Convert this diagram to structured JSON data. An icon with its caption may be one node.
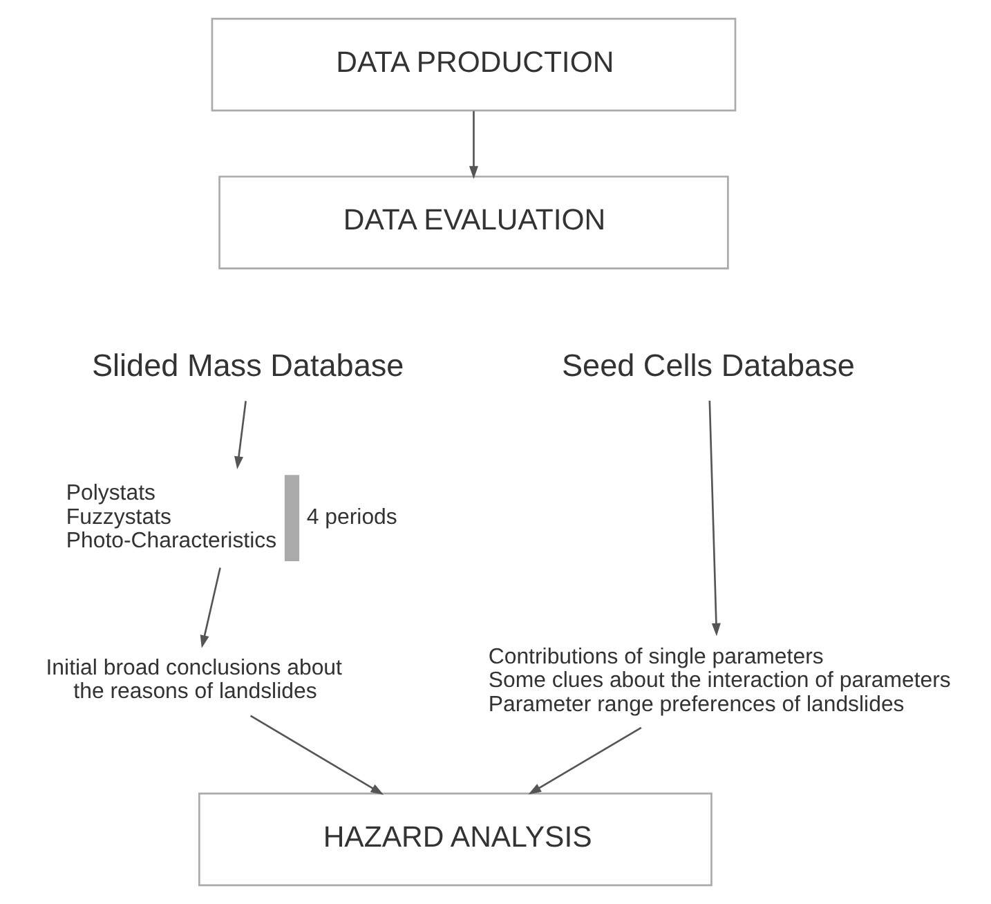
{
  "diagram": {
    "nodes": [
      {
        "text": [
          "DATA PRODUCTION"
        ]
      },
      {
        "text": [
          "DATA EVALUATION"
        ]
      },
      {
        "text": [
          "Slided Mass Database"
        ]
      },
      {
        "text": [
          "Seed Cells Database"
        ]
      },
      {
        "text": [
          "Polystats",
          "Fuzzystats",
          "Photo-Characteristics"
        ],
        "beside": [
          "4 periods"
        ]
      },
      {
        "text": [
          "Initial broad conclusions about the reasons of landslides"
        ]
      },
      {
        "text": [
          "Contributions of single parameters",
          "Some clues about the interaction of parameters",
          "Parameter range preferences of landslides"
        ]
      },
      {
        "text": [
          "HAZARD ANALYSIS"
        ]
      }
    ],
    "edges": [
      {
        "from": 0,
        "to": 1,
        "arrow": "to"
      },
      {
        "from": 2,
        "to": 4,
        "arrow": "to"
      },
      {
        "from": 4,
        "to": 5,
        "arrow": "to"
      },
      {
        "from": 3,
        "to": 6,
        "arrow": "to"
      },
      {
        "from": 5,
        "to": 7,
        "arrow": "to"
      },
      {
        "from": 6,
        "to": 7,
        "arrow": "to"
      }
    ]
  }
}
